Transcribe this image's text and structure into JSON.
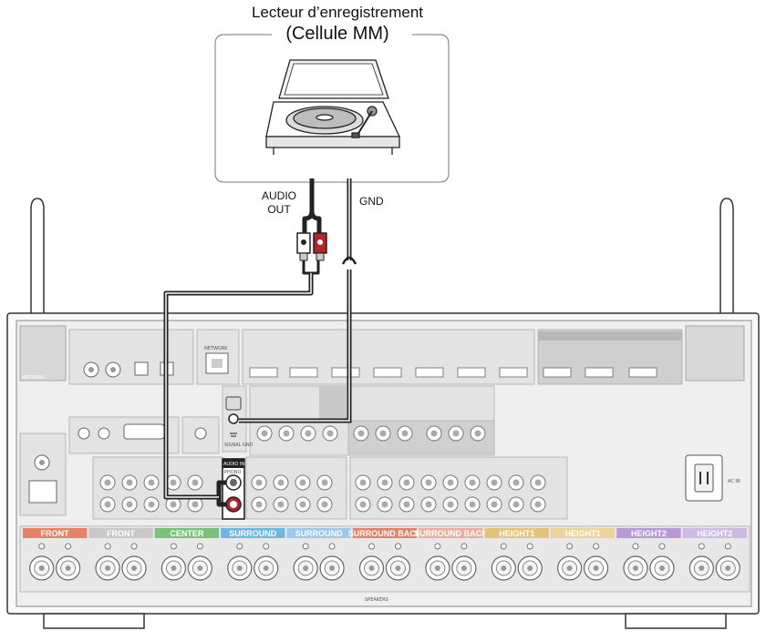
{
  "device": {
    "title_line1": "Lecteur d’enregistrement",
    "title_line2": "(Cellule MM)",
    "audio_out_line1": "AUDIO",
    "audio_out_line2": "OUT",
    "gnd": "GND"
  },
  "panel": {
    "phono_header": "AUDIO IN",
    "phono_label": "PHONO",
    "signal_gnd": "SIGNAL GND",
    "ac_in": "AC IN",
    "antenna": "ANTENNA",
    "network": "NETWORK",
    "speakers": "SPEAKERS"
  },
  "speakers": [
    {
      "label": "FRONT",
      "color": "#e8806a"
    },
    {
      "label": "FRONT",
      "color": "#c8c8c8"
    },
    {
      "label": "CENTER",
      "color": "#7cc07c"
    },
    {
      "label": "SURROUND",
      "color": "#6fb6e0"
    },
    {
      "label": "SURROUND",
      "color": "#9cc8ea"
    },
    {
      "label": "SURROUND BACK",
      "color": "#e0826a"
    },
    {
      "label": "SURROUND BACK",
      "color": "#e8b09c"
    },
    {
      "label": "HEIGHT1",
      "color": "#e6c27a"
    },
    {
      "label": "HEIGHT1",
      "color": "#ecd39c"
    },
    {
      "label": "HEIGHT2",
      "color": "#b79ad6"
    },
    {
      "label": "HEIGHT2",
      "color": "#cdbbe3"
    }
  ]
}
